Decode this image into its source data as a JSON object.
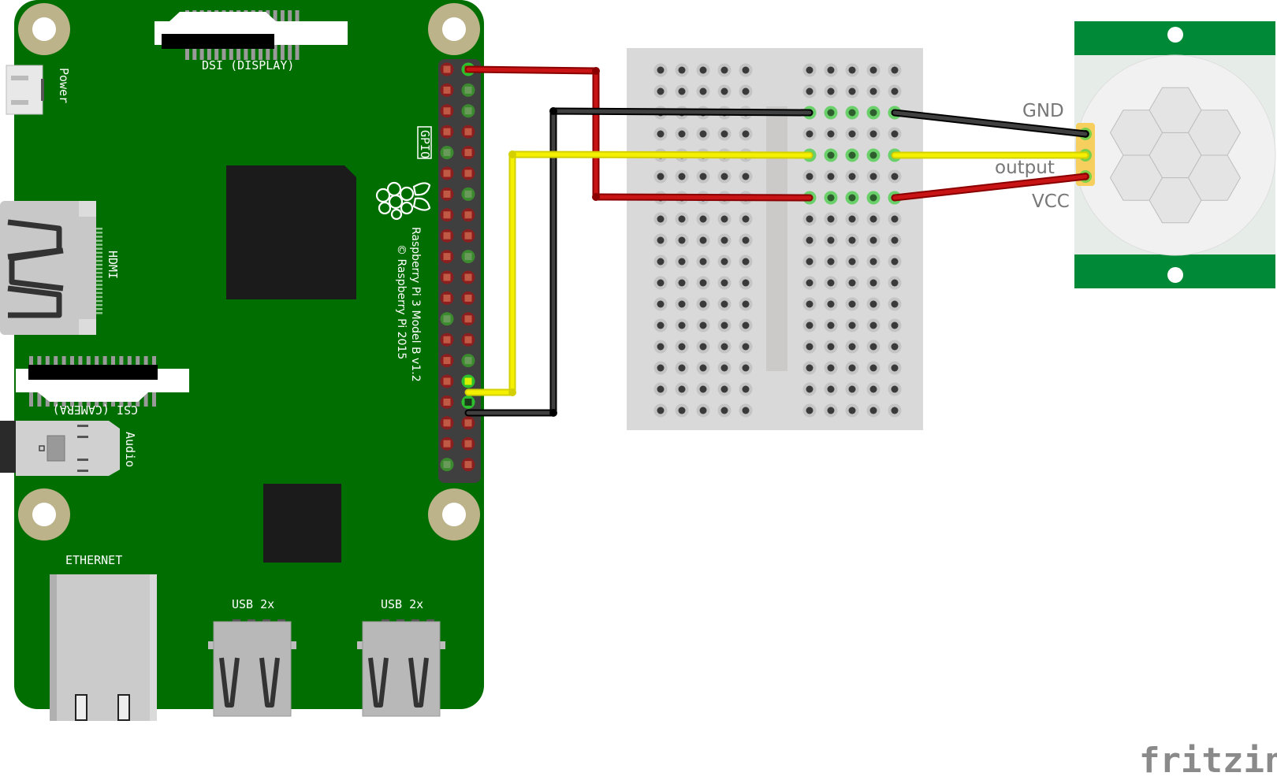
{
  "diagram": {
    "type": "wiring-diagram",
    "software_brand": "fritzing",
    "colors": {
      "pcb_green": "#006e00",
      "mount_ring": "#bcb38a",
      "breadboard": "#d9d9d9",
      "pir_green": "#008a37",
      "wire_red": "#c81414",
      "wire_black": "#404040",
      "wire_yellow": "#f5f000",
      "pin_red": "#b33a2a",
      "pin_green": "#4d8a3d",
      "header_bg": "#3f3f3f"
    }
  },
  "raspberry_pi": {
    "model_text": "Raspberry Pi 3 Model B v1.2",
    "copyright_text": "© Raspberry Pi 2015",
    "labels": {
      "dsi": "DSI (DISPLAY)",
      "power": "Power",
      "gpio": "GPIO",
      "hdmi": "HDMI",
      "csi": "CSI (CAMERA)",
      "audio": "Audio",
      "ethernet": "ETHERNET",
      "usb1": "USB 2x",
      "usb2": "USB 2x"
    },
    "gpio_rows": 20,
    "gpio_pins_left": [
      "red",
      "red",
      "red",
      "red",
      "green",
      "red",
      "red",
      "red",
      "red",
      "red",
      "red",
      "red",
      "green",
      "red",
      "red",
      "red",
      "red",
      "red",
      "red",
      "green"
    ],
    "gpio_pins_right": [
      "wired-red",
      "green",
      "green",
      "red",
      "red",
      "red",
      "green",
      "red",
      "red",
      "green",
      "red",
      "red",
      "red",
      "red",
      "green",
      "wired-yellow",
      "wired-black",
      "red",
      "red",
      "red"
    ]
  },
  "breadboard": {
    "rows": 17,
    "cols_per_side": 5,
    "active_rows": [
      3,
      5,
      7
    ]
  },
  "pir_sensor": {
    "pins": [
      {
        "label": "GND",
        "wire": "black"
      },
      {
        "label": "output",
        "wire": "yellow"
      },
      {
        "label": "VCC",
        "wire": "red"
      }
    ]
  },
  "connections": [
    {
      "from": "RPi GPIO pin 2 (5V)",
      "to": "Breadboard row 7",
      "color": "red",
      "then": "PIR VCC"
    },
    {
      "from": "RPi GPIO pin 34 (GND)",
      "to": "Breadboard row 3",
      "color": "black",
      "then": "PIR GND"
    },
    {
      "from": "RPi GPIO pin 32",
      "to": "Breadboard row 5",
      "color": "yellow",
      "then": "PIR output"
    }
  ]
}
